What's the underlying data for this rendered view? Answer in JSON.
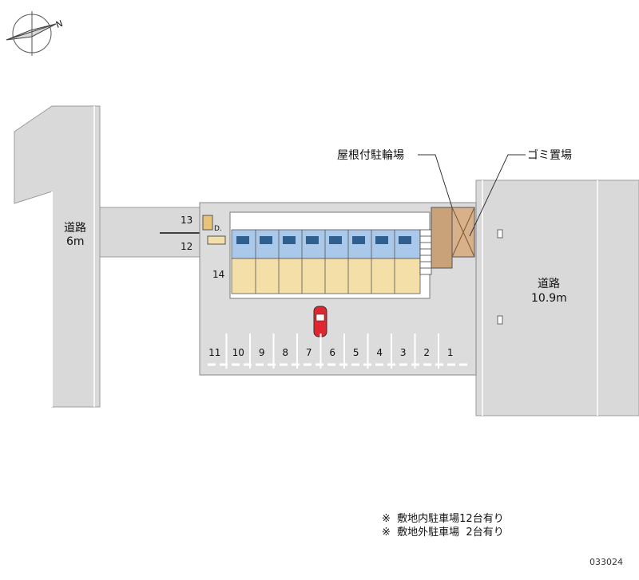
{
  "compass": {
    "north_label": "N"
  },
  "roads": {
    "left": {
      "name": "道路",
      "width": "6m"
    },
    "right": {
      "name": "道路",
      "width": "10.9m"
    }
  },
  "labels": {
    "bicycle_parking": "屋根付駐輪場",
    "garbage": "ゴミ置場"
  },
  "parking_spots": [
    "11",
    "10",
    "9",
    "8",
    "7",
    "6",
    "5",
    "4",
    "3",
    "2",
    "1"
  ],
  "extra_spots": {
    "s13": "13",
    "s12": "12",
    "s14": "14"
  },
  "notes": [
    "※  敷地内駐車場12台有り",
    "※  敷地外駐車場  2台有り"
  ],
  "map_code": "033024",
  "colors": {
    "road": "#d9d9d9",
    "lot": "#dcdcdc",
    "building_upper": "#a9c8ea",
    "building_lower": "#f4dfa8",
    "bike_shed": "#c9a27a",
    "car": "#e0262e"
  }
}
